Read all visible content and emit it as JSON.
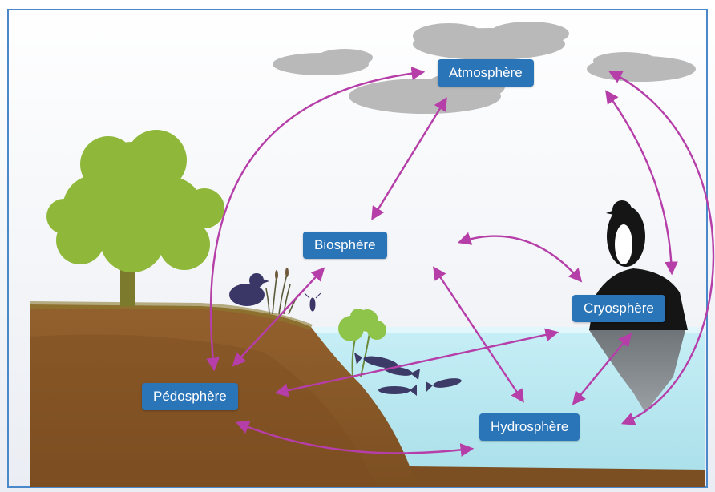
{
  "labels": {
    "atmosphere": "Atmosphère",
    "biosphere": "Biosphère",
    "cryosphere": "Cryosphère",
    "pedosphere": "Pédosphère",
    "hydrosphere": "Hydrosphère"
  },
  "colors": {
    "label_bg": "#2a74b8",
    "arrow": "#b63ea8",
    "soil": "#8c5a2b",
    "water": "#bfe9f2",
    "tree": "#8fb83a",
    "sky": "#eef1f6",
    "cloud": "#b9b9b9",
    "frame_border": "#4a88c9"
  },
  "icons": [
    "tree-icon",
    "duck-icon",
    "reed-icon",
    "insect-icon",
    "aquatic-plant-icon",
    "fish-icon",
    "penguin-icon",
    "iceberg-icon",
    "cloud-icon"
  ]
}
